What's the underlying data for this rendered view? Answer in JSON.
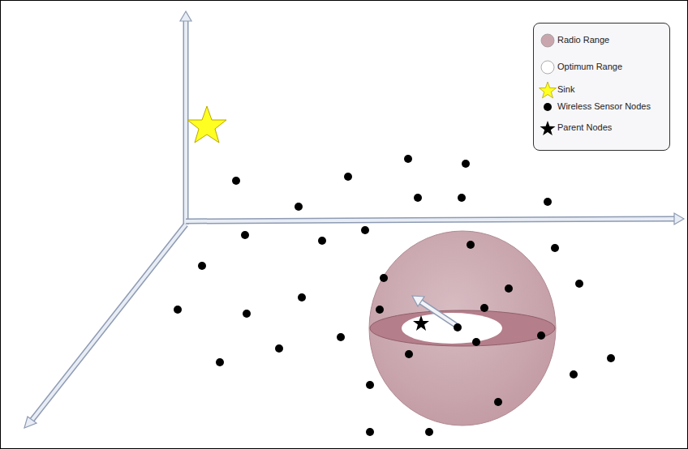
{
  "diagram": {
    "legend": [
      {
        "text": "Radio Range",
        "color": "#c9a6ae"
      },
      {
        "text": "Optimum Range",
        "color": "#ffffff"
      },
      {
        "text": "Sink"
      },
      {
        "text": "Wireless Sensor Nodes"
      },
      {
        "text": "Parent Nodes"
      }
    ]
  }
}
